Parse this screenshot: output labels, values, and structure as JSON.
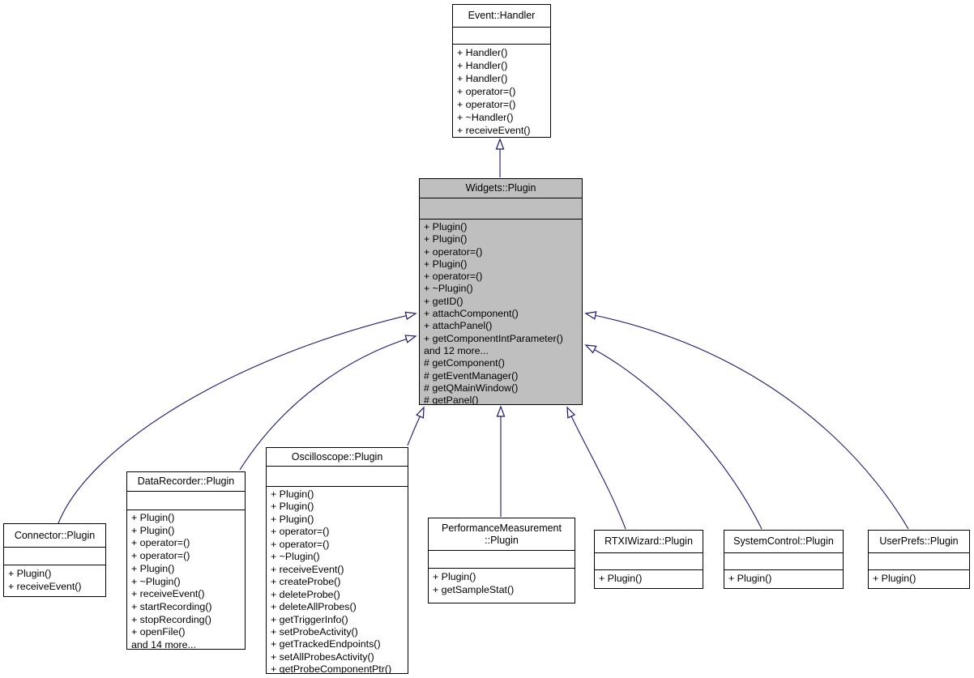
{
  "diagram": {
    "kind": "uml-class-inheritance-diagram",
    "arrow_color": "#191970",
    "highlight_fill": "#bfbfbf",
    "box_border_color": "#000000",
    "classes": {
      "event_handler": {
        "title_lines": [
          "Event::Handler"
        ],
        "members": [
          "+ Handler()",
          "+ Handler()",
          "+ Handler()",
          "+ operator=()",
          "+ operator=()",
          "+ ~Handler()",
          "+ receiveEvent()"
        ]
      },
      "widgets_plugin": {
        "title_lines": [
          "Widgets::Plugin"
        ],
        "highlighted": true,
        "members": [
          "+ Plugin()",
          "+ Plugin()",
          "+ operator=()",
          "+ Plugin()",
          "+ operator=()",
          "+ ~Plugin()",
          "+ getID()",
          "+ attachComponent()",
          "+ attachPanel()",
          "+ getComponentIntParameter()",
          "and 12 more...",
          "# getComponent()",
          "# getEventManager()",
          "# getQMainWindow()",
          "# getPanel()"
        ]
      },
      "connector_plugin": {
        "title_lines": [
          "Connector::Plugin"
        ],
        "members": [
          "+ Plugin()",
          "+ receiveEvent()"
        ]
      },
      "data_recorder_plugin": {
        "title_lines": [
          "DataRecorder::Plugin"
        ],
        "members": [
          "+ Plugin()",
          "+ Plugin()",
          "+ operator=()",
          "+ operator=()",
          "+ Plugin()",
          "+ ~Plugin()",
          "+ receiveEvent()",
          "+ startRecording()",
          "+ stopRecording()",
          "+ openFile()",
          "and 14 more..."
        ]
      },
      "oscilloscope_plugin": {
        "title_lines": [
          "Oscilloscope::Plugin"
        ],
        "members": [
          "+ Plugin()",
          "+ Plugin()",
          "+ Plugin()",
          "+ operator=()",
          "+ operator=()",
          "+ ~Plugin()",
          "+ receiveEvent()",
          "+ createProbe()",
          "+ deleteProbe()",
          "+ deleteAllProbes()",
          "+ getTriggerInfo()",
          "+ setProbeActivity()",
          "+ getTrackedEndpoints()",
          "+ setAllProbesActivity()",
          "+ getProbeComponentPtr()"
        ]
      },
      "performance_measurement_plugin": {
        "title_lines": [
          "PerformanceMeasurement",
          "::Plugin"
        ],
        "members": [
          "+ Plugin()",
          "+ getSampleStat()"
        ]
      },
      "rtxi_wizard_plugin": {
        "title_lines": [
          "RTXIWizard::Plugin"
        ],
        "members": [
          "+ Plugin()"
        ]
      },
      "system_control_plugin": {
        "title_lines": [
          "SystemControl::Plugin"
        ],
        "members": [
          "+ Plugin()"
        ]
      },
      "user_prefs_plugin": {
        "title_lines": [
          "UserPrefs::Plugin"
        ],
        "members": [
          "+ Plugin()"
        ]
      }
    },
    "relationships": [
      {
        "from": "Widgets::Plugin",
        "to": "Event::Handler",
        "type": "inheritance"
      },
      {
        "from": "Connector::Plugin",
        "to": "Widgets::Plugin",
        "type": "inheritance"
      },
      {
        "from": "DataRecorder::Plugin",
        "to": "Widgets::Plugin",
        "type": "inheritance"
      },
      {
        "from": "Oscilloscope::Plugin",
        "to": "Widgets::Plugin",
        "type": "inheritance"
      },
      {
        "from": "PerformanceMeasurement::Plugin",
        "to": "Widgets::Plugin",
        "type": "inheritance"
      },
      {
        "from": "RTXIWizard::Plugin",
        "to": "Widgets::Plugin",
        "type": "inheritance"
      },
      {
        "from": "SystemControl::Plugin",
        "to": "Widgets::Plugin",
        "type": "inheritance"
      },
      {
        "from": "UserPrefs::Plugin",
        "to": "Widgets::Plugin",
        "type": "inheritance"
      }
    ]
  }
}
